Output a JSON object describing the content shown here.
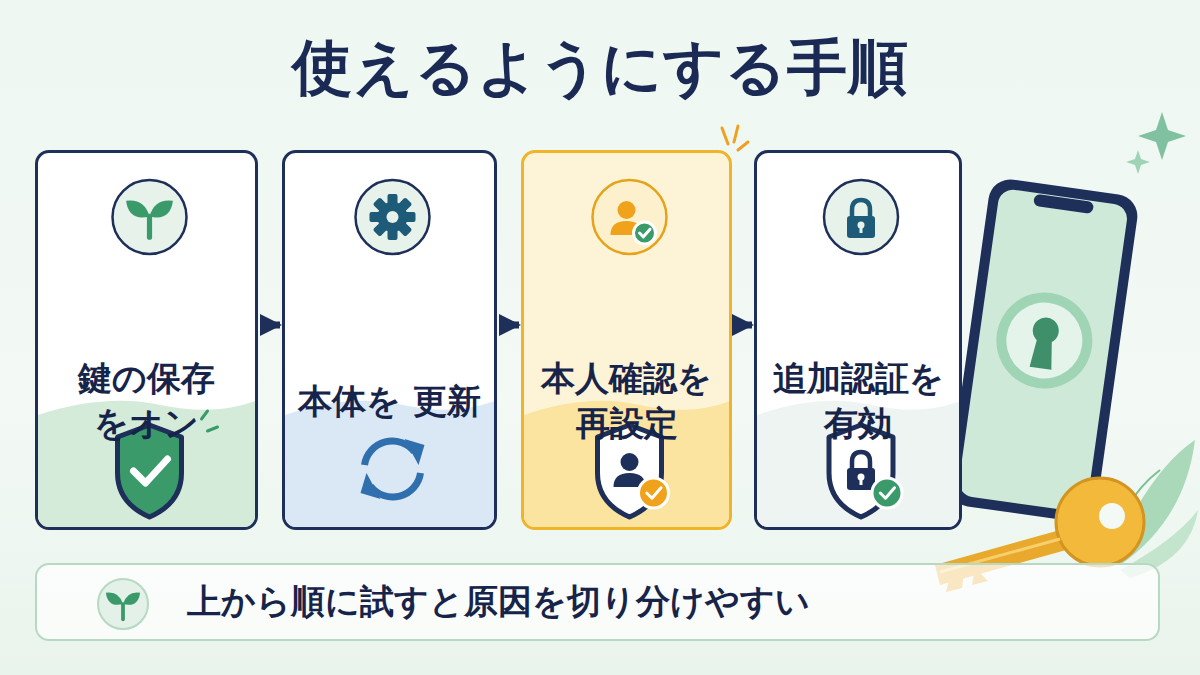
{
  "diagram": {
    "title": "使えるようにする手順",
    "nodes": [
      {
        "text": [
          "鍵の保存 をオン"
        ]
      },
      {
        "text": [
          "本体を 更新"
        ]
      },
      {
        "text": [
          "本人確認を 再設定"
        ]
      },
      {
        "text": [
          "追加認証を 有効"
        ]
      },
      {
        "text": [
          "上から順に試すと原因を切り分けやすい"
        ]
      }
    ],
    "edges": [
      {
        "from": 0,
        "to": 1,
        "arrow": "to"
      },
      {
        "from": 1,
        "to": 2,
        "arrow": "to"
      },
      {
        "from": 2,
        "to": 3,
        "arrow": "to"
      }
    ]
  }
}
